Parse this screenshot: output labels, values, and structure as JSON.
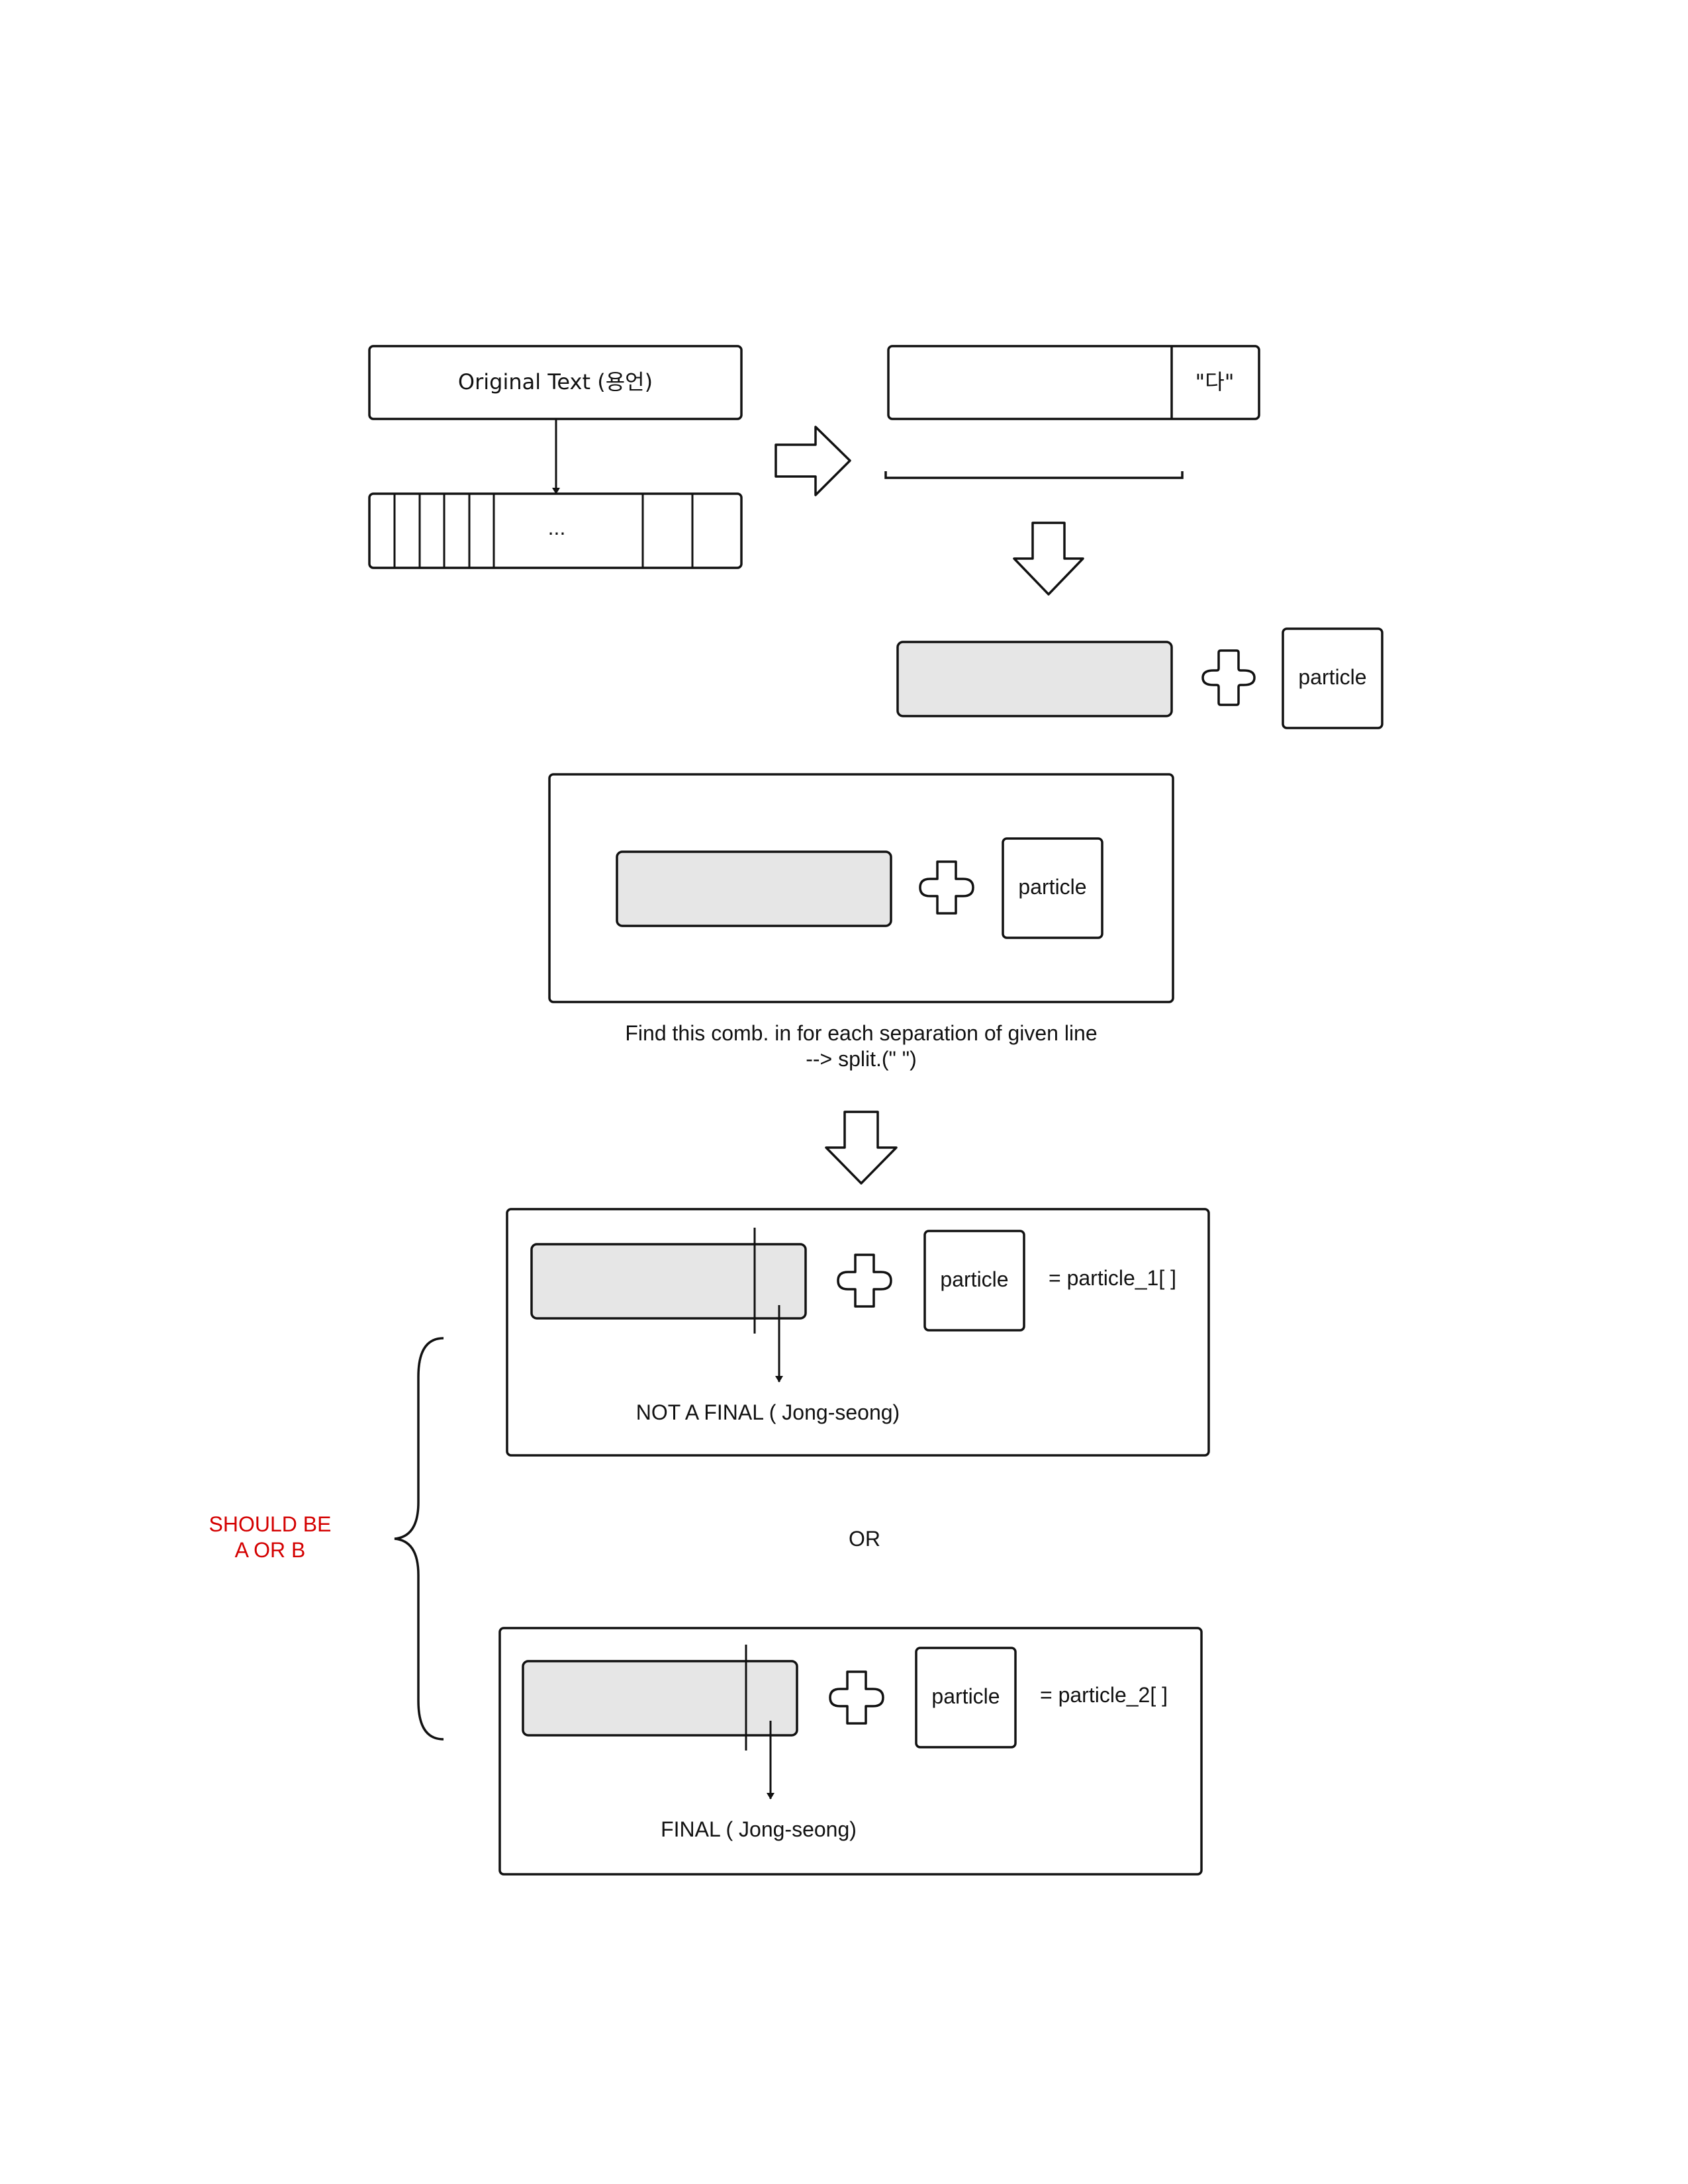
{
  "colors": {
    "stroke": "#111111",
    "fill_gray": "#e6e6e6",
    "accent_red": "#d40000"
  },
  "top_left": {
    "original_text": "Original Text (용언)",
    "cells_ellipsis": "..."
  },
  "top_right": {
    "da_cell": "\"다\""
  },
  "step1": {
    "particle": "particle"
  },
  "step2": {
    "particle": "particle",
    "caption_line1": "Find this comb. in for each separation of given line",
    "caption_line2": "--> split.(\" \")"
  },
  "option_a": {
    "particle": "particle",
    "equals": "= particle_1[ ]",
    "label": "NOT A FINAL ( Jong-seong)"
  },
  "or_label": "OR",
  "option_b": {
    "particle": "particle",
    "equals": "= particle_2[ ]",
    "label": "FINAL ( Jong-seong)"
  },
  "brace_note": {
    "line1": "SHOULD BE",
    "line2": "A OR B"
  },
  "icons": [
    "arrow-right-block-icon",
    "arrow-down-block-icon",
    "plus-cross-icon",
    "curly-brace-icon"
  ]
}
